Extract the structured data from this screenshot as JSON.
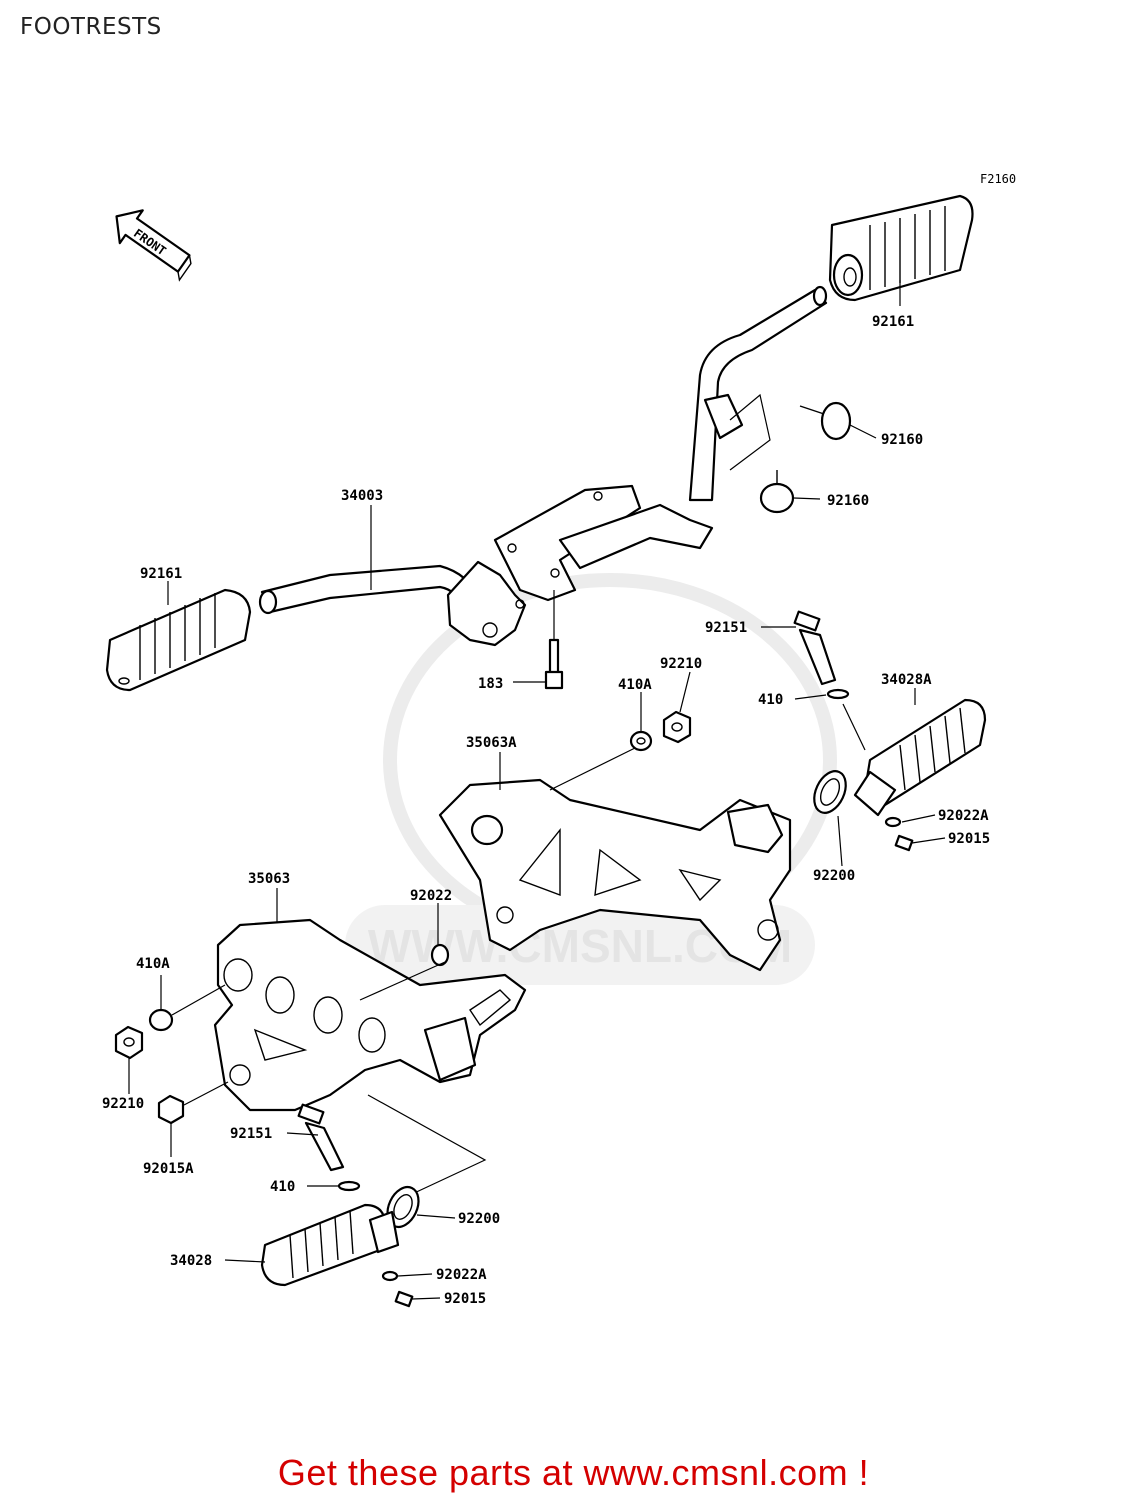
{
  "title": "FOOTRESTS",
  "figure_code": "F2160",
  "front_marker": "FRONT",
  "watermark": "WWW.CMSNL.COM",
  "footer": "Get these parts at www.cmsnl.com !",
  "parts": {
    "p92161_top": "92161",
    "p92160_a": "92160",
    "p92160_b": "92160",
    "p34003": "34003",
    "p92161_left": "92161",
    "p92151_right": "92151",
    "p92210_right": "92210",
    "p410A_right": "410A",
    "p183": "183",
    "p34028A": "34028A",
    "p410_right": "410",
    "p35063A": "35063A",
    "p92022A_right": "92022A",
    "p92015_right": "92015",
    "p92200_right": "92200",
    "p35063": "35063",
    "p92022": "92022",
    "p410A_left": "410A",
    "p92210_left": "92210",
    "p92015A": "92015A",
    "p92151_left": "92151",
    "p410_left": "410",
    "p92200_left": "92200",
    "p34028": "34028",
    "p92022A_left": "92022A",
    "p92015_left": "92015"
  }
}
